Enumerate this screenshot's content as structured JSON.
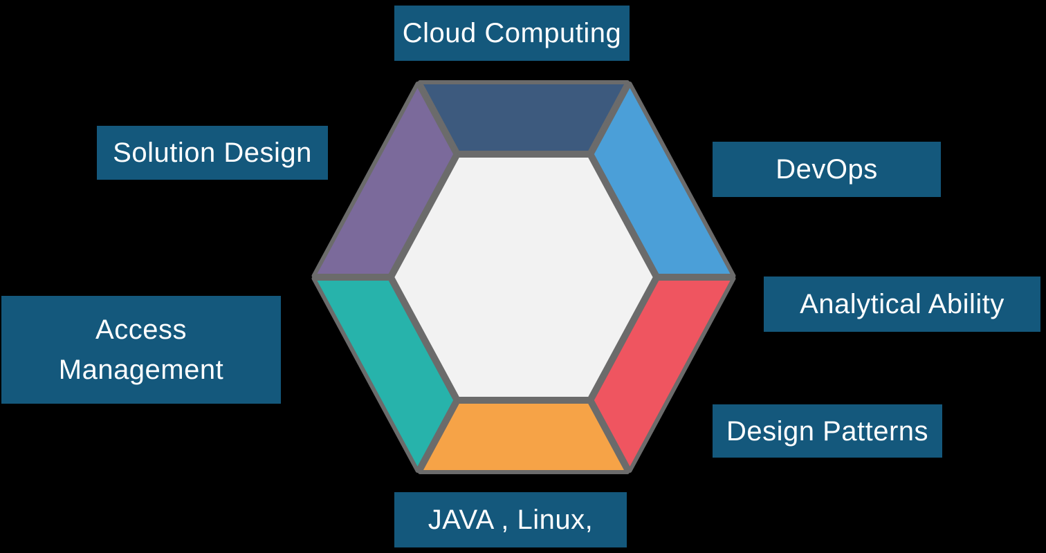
{
  "background_color": "#000000",
  "label_style": {
    "background": "#14587c",
    "text_color": "#ffffff"
  },
  "labels": {
    "cloud": "Cloud Computing",
    "solution": "Solution Design",
    "devops": "DevOps",
    "access_line1": "Access",
    "access_line2": "Management",
    "analytical": "Analytical Ability",
    "design": "Design Patterns",
    "java": "JAVA , Linux,"
  },
  "hexagon": {
    "center_fill": "#f2f2f2",
    "border_color": "#6b6b6b",
    "segments": [
      {
        "id": "top",
        "color": "#3d5a7e"
      },
      {
        "id": "upper-right",
        "color": "#4b9fd8"
      },
      {
        "id": "lower-right",
        "color": "#ef5560"
      },
      {
        "id": "bottom",
        "color": "#f6a347"
      },
      {
        "id": "lower-left",
        "color": "#27b3ab"
      },
      {
        "id": "upper-left",
        "color": "#7b6a9b"
      }
    ]
  }
}
